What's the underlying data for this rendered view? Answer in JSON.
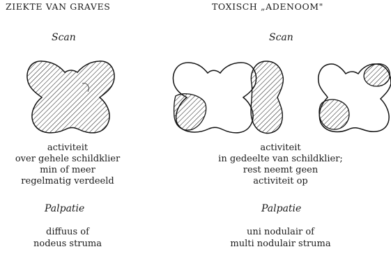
{
  "left": {
    "title": "ZIEKTE VAN GRAVES",
    "scan_label": "Scan",
    "activity_lines": [
      "activiteit",
      "over gehele schildklier",
      "min of meer",
      "regelmatig verdeeld"
    ],
    "palpation_label": "Palpatie",
    "palpation_lines": [
      "diffuus of",
      "nodeus struma"
    ]
  },
  "right": {
    "title": "TOXISCH „ADENOOM\"",
    "scan_label": "Scan",
    "activity_lines": [
      "activiteit",
      "in gedeelte van schildklier;",
      "rest neemt geen",
      "activiteit op"
    ],
    "palpation_label": "Palpatie",
    "palpation_lines": [
      "uni nodulair of",
      "multi nodulair struma"
    ]
  }
}
